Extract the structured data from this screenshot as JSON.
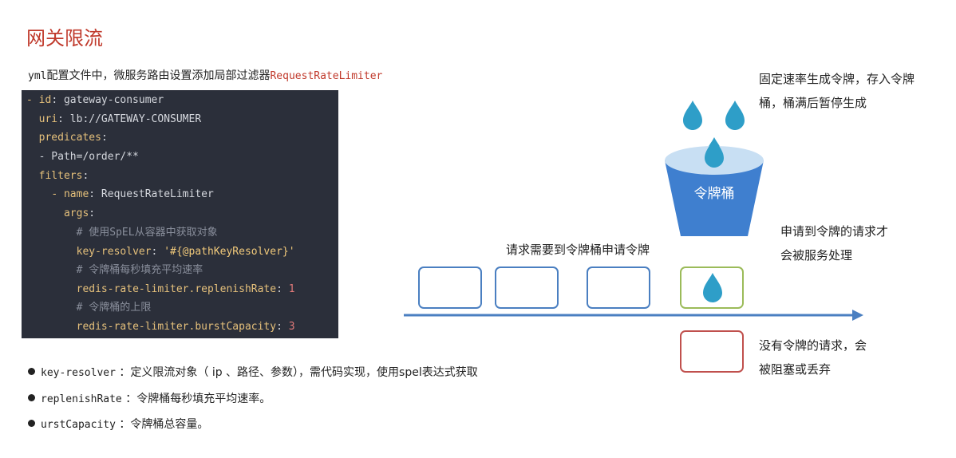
{
  "title": "网关限流",
  "subtitle": {
    "prefix": "yml",
    "text": "配置文件中，微服务路由设置添加局部过滤器",
    "filter_name": "RequestRateLimiter"
  },
  "code": {
    "line1": {
      "dash": "- ",
      "key": "id",
      "value": " gateway-consumer"
    },
    "line2": {
      "key": "uri",
      "value": " lb://GATEWAY-CONSUMER"
    },
    "line3": {
      "key": "predicates",
      "value": ":"
    },
    "line4": {
      "value": "- Path=/order/**"
    },
    "line5": {
      "key": "filters",
      "value": ":"
    },
    "line6": {
      "dash": "- ",
      "key": "name",
      "value": " RequestRateLimiter"
    },
    "line7": {
      "key": "args",
      "value": ":"
    },
    "line8": {
      "comment": "# 使用SpEL从容器中获取对象"
    },
    "line9": {
      "key": "key-resolver",
      "colon": ": ",
      "value": "'#{@pathKeyResolver}'"
    },
    "line10": {
      "comment": "# 令牌桶每秒填充平均速率"
    },
    "line11": {
      "key": "redis-rate-limiter.replenishRate",
      "colon": ": ",
      "value": "1"
    },
    "line12": {
      "comment": "# 令牌桶的上限"
    },
    "line13": {
      "key": "redis-rate-limiter.burstCapacity",
      "colon": ": ",
      "value": "3"
    }
  },
  "bullets": [
    {
      "code": "key-resolver",
      "text": " ：定义限流对象（ ip 、路径、参数），需代码实现，使用spel表达式获取"
    },
    {
      "code": "replenishRate",
      "text": " ：令牌桶每秒填充平均速率。"
    },
    {
      "code": "urstCapacity",
      "text": " ：令牌桶总容量。"
    }
  ],
  "diagram": {
    "bucket_label": "令牌桶",
    "fixed_rate_text_line1": "固定速率生成令牌，存入令牌",
    "fixed_rate_text_line2": "桶，桶满后暂停生成",
    "request_text": "请求需要到令牌桶申请令牌",
    "got_token_line1": "申请到令牌的请求才",
    "got_token_line2": "会被服务处理",
    "no_token_line1": "没有令牌的请求，会",
    "no_token_line2": "被阻塞或丢弃",
    "colors": {
      "bucket": "#3f7fcf",
      "bucket_top": "#c8dff3",
      "drop": "#2e9ec8",
      "request_box": "#4a7fc1",
      "accepted_box": "#9bbb59",
      "rejected_box": "#c0504d",
      "arrow": "#4a7fc1"
    }
  }
}
